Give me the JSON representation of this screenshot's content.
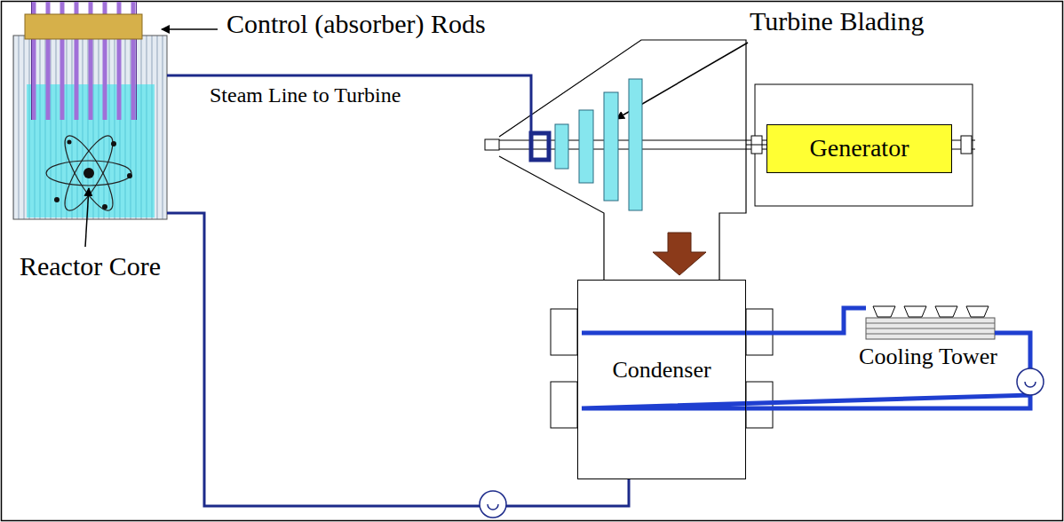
{
  "diagram": {
    "nodes": [
      {
        "text": [
          "Reactor Core"
        ]
      },
      {
        "text": [
          "Turbine Blading"
        ]
      },
      {
        "text": [
          "Generator"
        ]
      },
      {
        "text": [
          "Condenser"
        ]
      },
      {
        "text": [
          "Cooling Tower"
        ]
      }
    ],
    "edges": [
      {
        "from": 0,
        "to": 1,
        "arrow": "none",
        "label": "Steam Line to Turbine"
      },
      {
        "from": 1,
        "to": 2,
        "arrow": "none"
      },
      {
        "from": 1,
        "to": 3,
        "arrow": "to"
      },
      {
        "from": 3,
        "to": 4,
        "arrow": "none"
      },
      {
        "from": 3,
        "to": 0,
        "arrow": "none"
      }
    ],
    "labels": [
      "Control (absorber) Rods"
    ]
  }
}
